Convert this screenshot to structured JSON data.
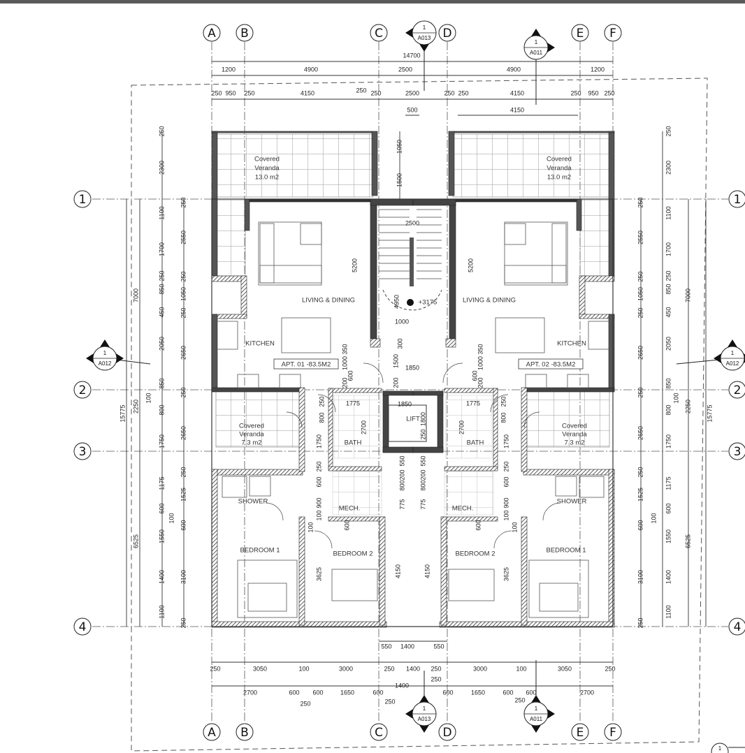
{
  "grid": {
    "columns": [
      "A",
      "B",
      "C",
      "D",
      "E",
      "F"
    ],
    "rows": [
      "1",
      "2",
      "3",
      "4"
    ]
  },
  "section_markers": [
    {
      "number": "1",
      "sheet": "A013"
    },
    {
      "number": "1",
      "sheet": "A011"
    },
    {
      "number": "1",
      "sheet": "A012"
    },
    {
      "number": "1",
      "sheet": "A012"
    },
    {
      "number": "1",
      "sheet": "A013"
    },
    {
      "number": "1",
      "sheet": "A011"
    }
  ],
  "rooms_apt1": [
    "Covered",
    "Veranda",
    "13.0 m2",
    "LIVING & DINING",
    "KITCHEN",
    "Covered",
    "Veranda",
    "7.3 m2",
    "BATH",
    "SHOWER",
    "MECH.",
    "BEDROOM 1",
    "BEDROOM 2"
  ],
  "rooms_apt2": [
    "Covered",
    "Veranda",
    "13.0 m2",
    "LIVING & DINING",
    "KITCHEN",
    "Covered",
    "Veranda",
    "7.3 m2",
    "BATH",
    "SHOWER",
    "MECH.",
    "BEDROOM 1",
    "BEDROOM 2"
  ],
  "apartment_labels": [
    "APT. 01 -83.5M2",
    "APT. 02 -83.5M2"
  ],
  "core": {
    "lift": "LIFT",
    "level": "+3175"
  },
  "dimensions": {
    "top": [
      "14700",
      "1200",
      "4900",
      "2500",
      "4900",
      "1200",
      "250",
      "950",
      "250",
      "4150",
      "250",
      "250",
      "2500",
      "250",
      "250",
      "4150",
      "250",
      "950",
      "250",
      "500",
      "4150"
    ],
    "bottom": [
      "550",
      "1400",
      "550",
      "250",
      "3050",
      "100",
      "3000",
      "250",
      "1400",
      "250",
      "3000",
      "100",
      "3050",
      "250",
      "250",
      "2700",
      "600",
      "600",
      "1650",
      "600",
      "1400",
      "600",
      "1650",
      "600",
      "600",
      "2700",
      "250",
      "250",
      "250"
    ],
    "side_outer_col": [
      "250",
      "2300",
      "1100",
      "1700",
      "250",
      "850",
      "450",
      "2050",
      "850",
      "800",
      "1750",
      "1175",
      "600",
      "1550",
      "1400",
      "1100",
      "100",
      "100"
    ],
    "side_inner_col": [
      "250",
      "2550",
      "250",
      "1050",
      "250",
      "2650",
      "250",
      "2650",
      "250",
      "1525",
      "600",
      "3100",
      "250"
    ],
    "side_totals": [
      "7000",
      "2250",
      "6525",
      "15775"
    ],
    "core": [
      "1050",
      "1500",
      "2500",
      "4950",
      "1000",
      "300",
      "1500",
      "200",
      "1850",
      "1850",
      "1800",
      "250"
    ],
    "apartment_interior": [
      "5200",
      "350",
      "1000",
      "200",
      "600",
      "250",
      "800",
      "1750",
      "250",
      "600",
      "900",
      "100",
      "100",
      "1775",
      "2700",
      "550",
      "200",
      "800",
      "775",
      "600",
      "3625",
      "4150"
    ]
  },
  "corner_marker": "1",
  "colors": {
    "wall": "#3a3a3a",
    "line": "#222222",
    "tile": "#9a9a9a"
  }
}
